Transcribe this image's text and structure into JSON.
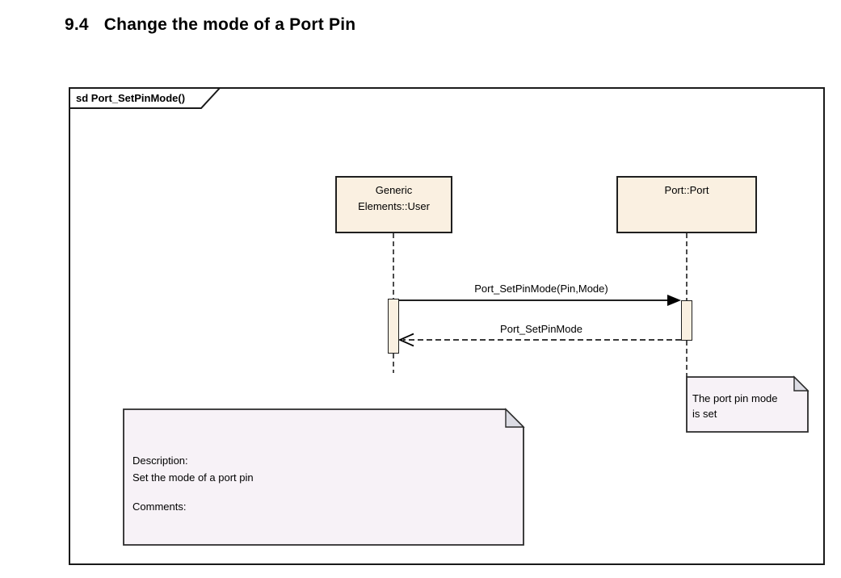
{
  "page": {
    "heading_number": "9.4",
    "heading_title": "Change the mode of a Port Pin"
  },
  "diagram": {
    "frame_label": "sd Port_SetPinMode()",
    "lifelines": [
      {
        "id": "user",
        "line1": "Generic",
        "line2": "Elements::User"
      },
      {
        "id": "port",
        "line1": "Port::Port",
        "icon": "linked-circles-icon"
      }
    ],
    "messages": [
      {
        "type": "call",
        "label": "Port_SetPinMode(Pin,Mode)",
        "from": "user",
        "to": "port"
      },
      {
        "type": "return",
        "label": "Port_SetPinMode",
        "from": "port",
        "to": "user"
      }
    ],
    "notes": [
      {
        "id": "port-pin-mode-note",
        "line1": "The port pin mode",
        "line2": "is set"
      },
      {
        "id": "description-note",
        "lines": [
          "Description:",
          "Set the mode of a port pin",
          "",
          "Comments:"
        ]
      }
    ],
    "colors": {
      "lifeline_fill": "#FAF0E1",
      "note_fill": "#F7F2F7",
      "note_fold": "#DCDCE4",
      "line_color": "#1A1A1A",
      "background": "#FFFFFF"
    }
  }
}
